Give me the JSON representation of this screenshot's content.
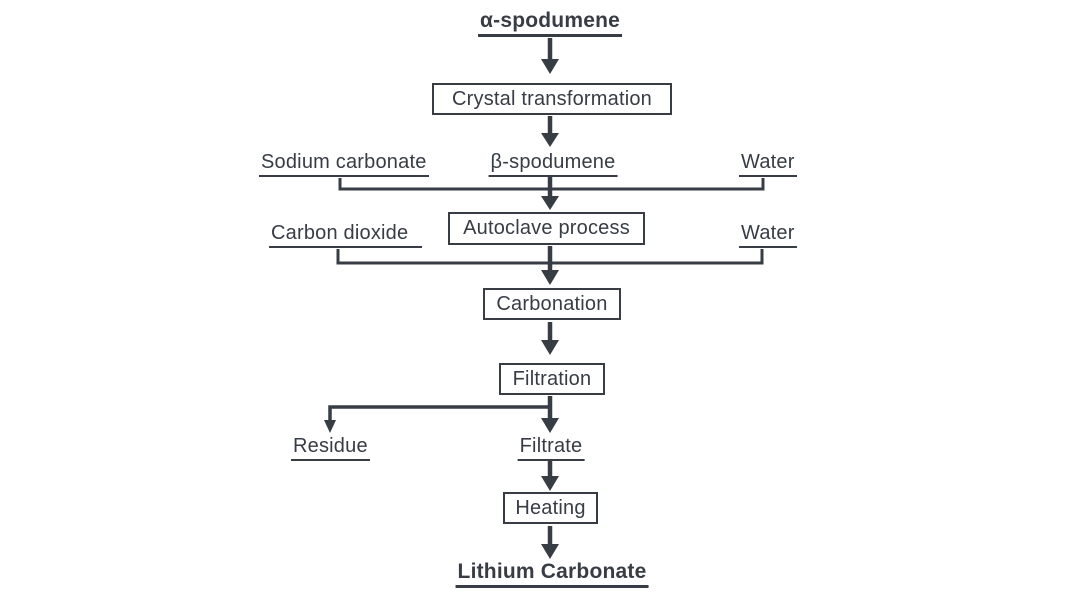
{
  "colors": {
    "ink": "#373c45",
    "background": "#ffffff"
  },
  "flowchart": {
    "description": "Lithium carbonate production process flowchart",
    "nodes": {
      "alpha_spodumene": {
        "label": "α-spodumene",
        "style": "bold-underlined"
      },
      "crystal_transformation": {
        "label": "Crystal transformation",
        "style": "boxed"
      },
      "sodium_carbonate": {
        "label": "Sodium carbonate",
        "style": "underlined"
      },
      "beta_spodumene": {
        "label": "β-spodumene",
        "style": "underlined"
      },
      "water_upper": {
        "label": "Water",
        "style": "underlined"
      },
      "autoclave_process": {
        "label": "Autoclave process",
        "style": "boxed"
      },
      "carbon_dioxide": {
        "label": "Carbon dioxide",
        "style": "underlined"
      },
      "water_lower": {
        "label": "Water",
        "style": "underlined"
      },
      "carbonation": {
        "label": "Carbonation",
        "style": "boxed"
      },
      "filtration": {
        "label": "Filtration",
        "style": "boxed"
      },
      "residue": {
        "label": "Residue",
        "style": "underlined"
      },
      "filtrate": {
        "label": "Filtrate",
        "style": "underlined"
      },
      "heating": {
        "label": "Heating",
        "style": "boxed"
      },
      "lithium_carbonate": {
        "label": "Lithium Carbonate",
        "style": "bold-underlined"
      }
    },
    "edges": [
      {
        "from": "α-spodumene",
        "to": "Crystal transformation"
      },
      {
        "from": "Crystal transformation",
        "to": "β-spodumene"
      },
      {
        "from": "Sodium carbonate",
        "to": "Autoclave process"
      },
      {
        "from": "β-spodumene",
        "to": "Autoclave process"
      },
      {
        "from": "Water",
        "to": "Autoclave process"
      },
      {
        "from": "Carbon dioxide",
        "to": "Carbonation"
      },
      {
        "from": "Autoclave process",
        "to": "Carbonation"
      },
      {
        "from": "Water",
        "to": "Carbonation"
      },
      {
        "from": "Carbonation",
        "to": "Filtration"
      },
      {
        "from": "Filtration",
        "to": "Residue"
      },
      {
        "from": "Filtration",
        "to": "Filtrate"
      },
      {
        "from": "Filtrate",
        "to": "Heating"
      },
      {
        "from": "Heating",
        "to": "Lithium Carbonate"
      }
    ]
  }
}
